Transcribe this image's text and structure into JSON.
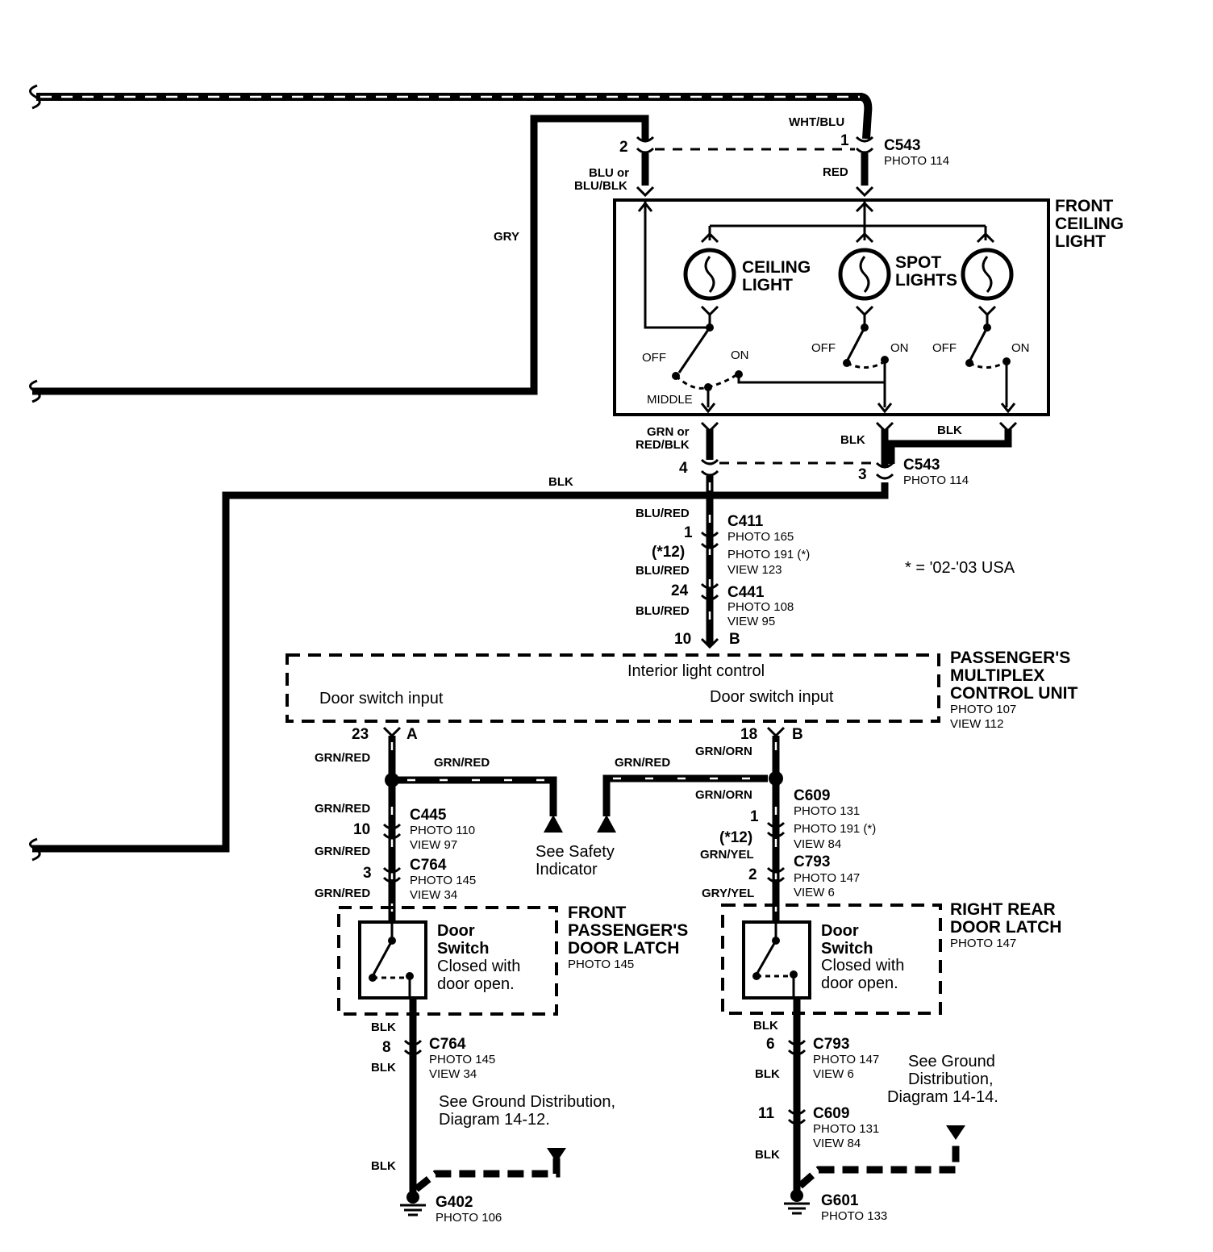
{
  "wires": {
    "wht_blu": "WHT/BLU",
    "red": "RED",
    "blu_or_blu_blk_1": "BLU or",
    "blu_or_blu_blk_2": "BLU/BLK",
    "gry": "GRY",
    "grn_or_red_blk_1": "GRN or",
    "grn_or_red_blk_2": "RED/BLK",
    "blk": "BLK",
    "blu_red": "BLU/RED",
    "grn_red": "GRN/RED",
    "grn_orn": "GRN/ORN",
    "grn_yel": "GRN/YEL",
    "gry_yel": "GRY/YEL"
  },
  "connectors": {
    "c543": "C543",
    "c411": "C411",
    "c441": "C441",
    "c445": "C445",
    "c764": "C764",
    "c609": "C609",
    "c793": "C793",
    "g402": "G402",
    "g601": "G601"
  },
  "photos": {
    "p114": "PHOTO 114",
    "p165": "PHOTO 165",
    "p191": "PHOTO 191 (*)",
    "v123": "VIEW 123",
    "p108": "PHOTO 108",
    "v95": "VIEW 95",
    "p107": "PHOTO 107",
    "v112": "VIEW 112",
    "p110": "PHOTO 110",
    "v97": "VIEW 97",
    "p145": "PHOTO 145",
    "v34": "VIEW 34",
    "p131": "PHOTO 131",
    "v84": "VIEW 84",
    "p147": "PHOTO 147",
    "v6": "VIEW 6",
    "p106": "PHOTO 106",
    "p133": "PHOTO 133"
  },
  "pins": {
    "p1": "1",
    "p2": "2",
    "p3": "3",
    "p4": "4",
    "p6": "6",
    "p8": "8",
    "p10": "10",
    "p11": "11",
    "p12": "(*12)",
    "p18": "18",
    "p23": "23",
    "p24": "24",
    "a": "A",
    "b": "B"
  },
  "ceiling_light": {
    "title_1": "FRONT",
    "title_2": "CEILING",
    "title_3": "LIGHT",
    "ceiling_1": "CEILING",
    "ceiling_2": "LIGHT",
    "spot_1": "SPOT",
    "spot_2": "LIGHTS",
    "off": "OFF",
    "on": "ON",
    "middle": "MIDDLE"
  },
  "note": "* = '02-'03 USA",
  "mcu": {
    "title_1": "PASSENGER'S",
    "title_2": "MULTIPLEX",
    "title_3": "CONTROL UNIT",
    "interior": "Interior light control",
    "door_input": "Door switch input"
  },
  "safety": {
    "line1": "See Safety",
    "line2": "Indicator"
  },
  "door_switch": {
    "line1": "Door",
    "line2": "Switch",
    "line3": "Closed with",
    "line4": "door open."
  },
  "front_latch": {
    "title_1": "FRONT",
    "title_2": "PASSENGER'S",
    "title_3": "DOOR LATCH"
  },
  "rear_latch": {
    "title_1": "RIGHT REAR",
    "title_2": "DOOR LATCH"
  },
  "ground_left": {
    "line1": "See Ground Distribution,",
    "line2": "Diagram  14-12."
  },
  "ground_right": {
    "line1": "See Ground",
    "line2": "Distribution,",
    "line3": "Diagram 14-14."
  }
}
